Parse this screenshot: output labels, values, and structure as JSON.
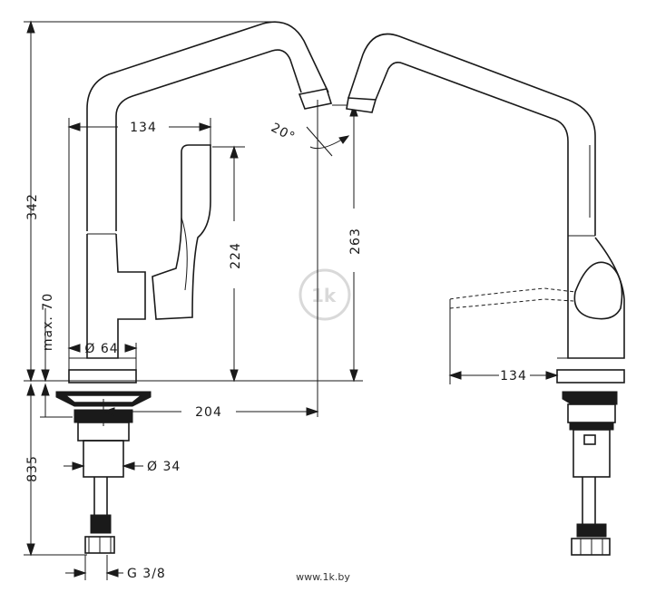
{
  "dimensions": {
    "height_total": "342",
    "height_max": "max. 70",
    "depth_below": "835",
    "reach_left": "134",
    "reach_right": "134",
    "lever_height": "224",
    "spout_height": "263",
    "base_diameter": "Ø 64",
    "spout_reach": "204",
    "thread_diameter": "Ø 34",
    "connection": "G 3/8",
    "swivel_angle": "20°"
  },
  "watermark": {
    "logo_text": "1k",
    "site": "www.1k.by"
  }
}
